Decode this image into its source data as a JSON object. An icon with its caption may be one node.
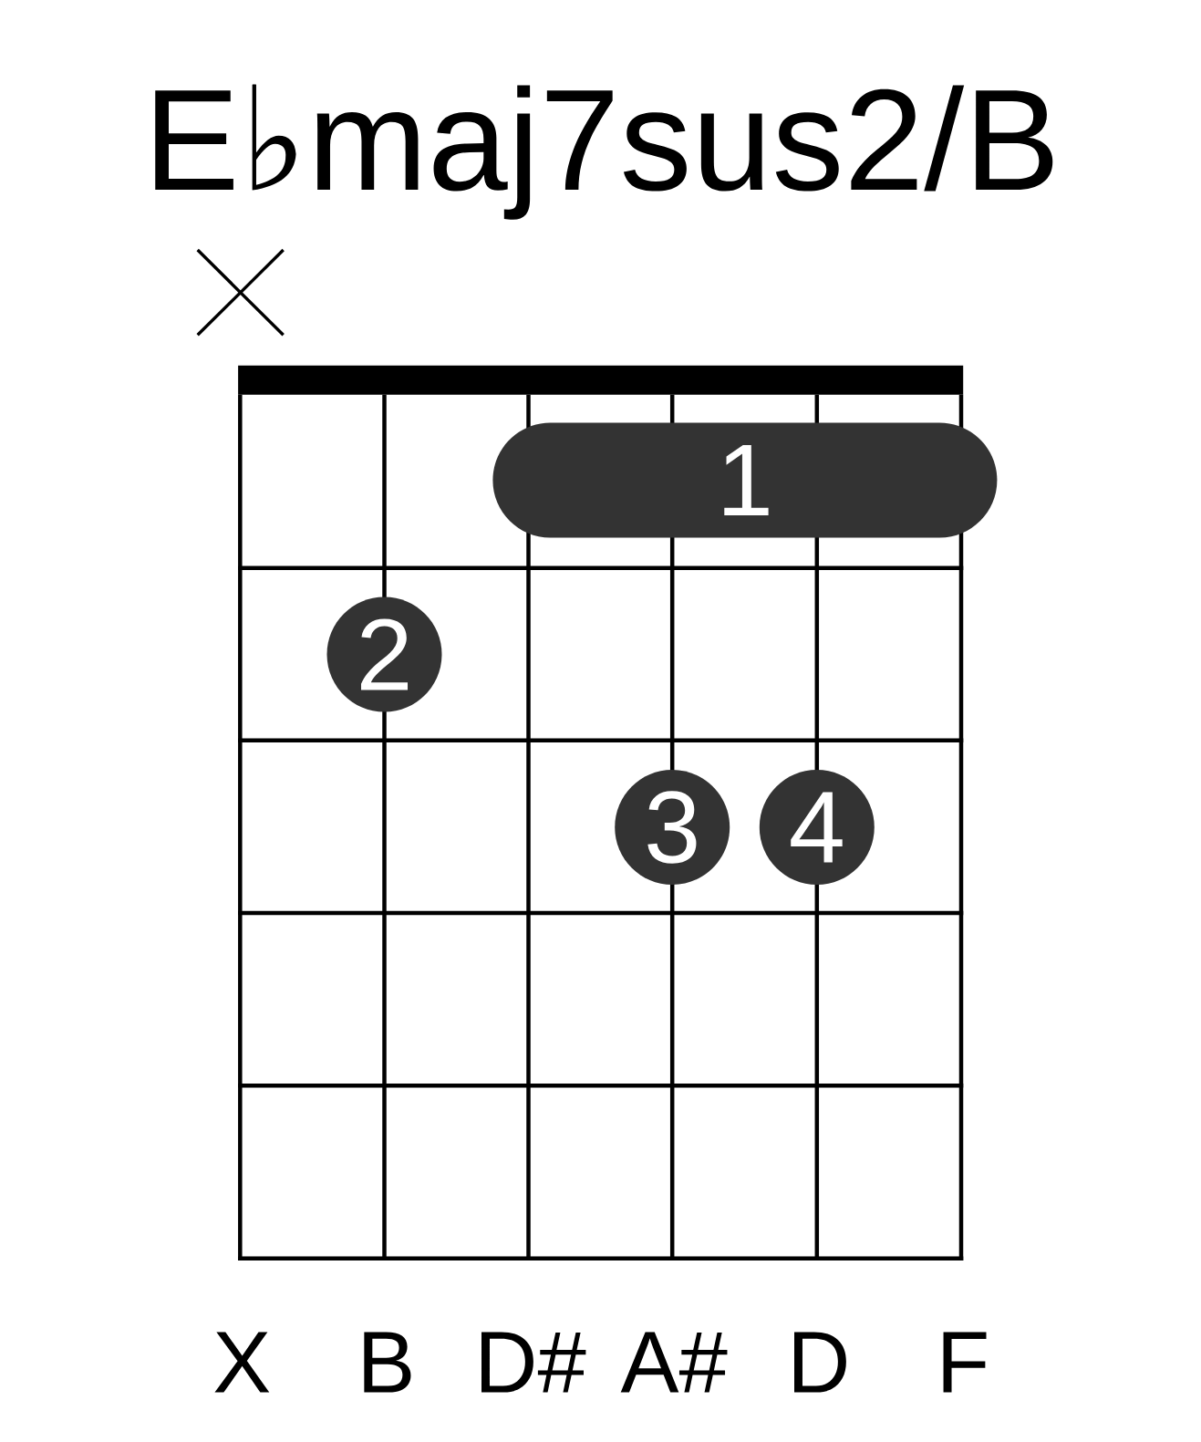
{
  "diagram": {
    "title": "E♭maj7sus2/B",
    "nodes": [
      {
        "text": [
          "1"
        ]
      },
      {
        "text": [
          "2"
        ]
      },
      {
        "text": [
          "3"
        ]
      },
      {
        "text": [
          "4"
        ]
      }
    ],
    "labels": [
      "X",
      "B",
      "D#",
      "A#",
      "D",
      "F"
    ]
  }
}
